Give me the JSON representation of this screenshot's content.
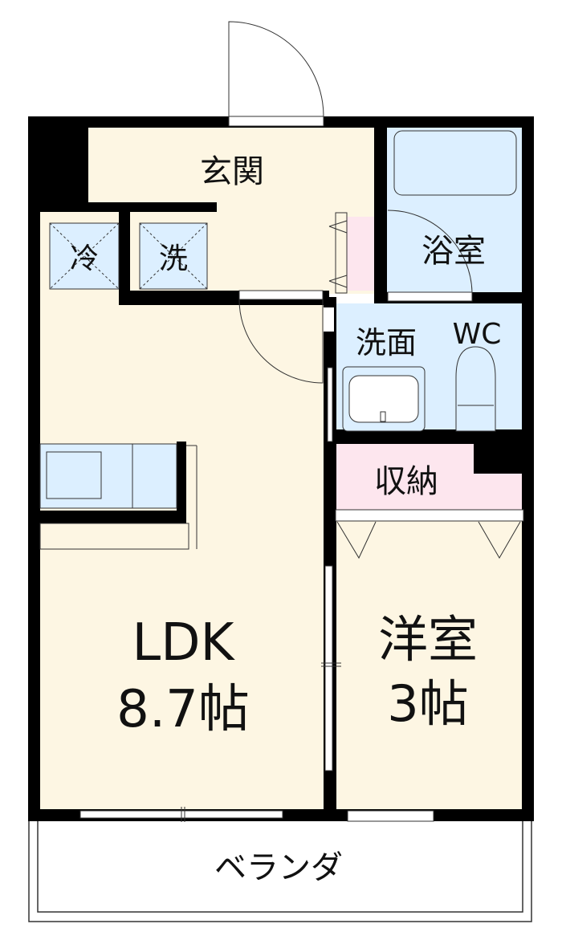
{
  "floorplan": {
    "rooms": {
      "entrance": "玄関",
      "fridge": "冷",
      "washer": "洗",
      "bathroom": "浴室",
      "washroom": "洗面",
      "toilet": "WC",
      "storage": "収納",
      "ldk_name": "LDK",
      "ldk_size": "8.7帖",
      "western_name": "洋室",
      "western_size": "3帖",
      "balcony": "ベランダ"
    },
    "colors": {
      "wall": "#000000",
      "floor": "#fdf6e3",
      "wet_area": "#dcefff",
      "storage": "#fde6ee",
      "outline": "#333333"
    }
  }
}
